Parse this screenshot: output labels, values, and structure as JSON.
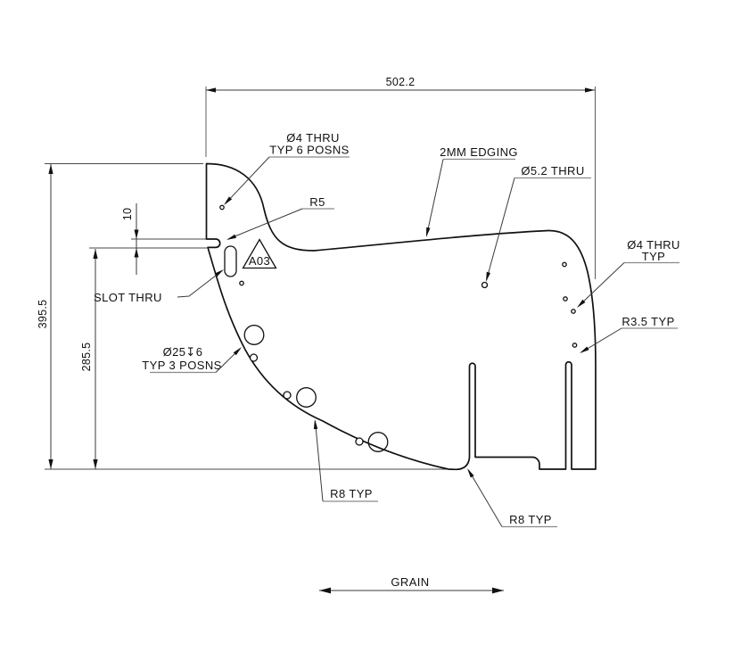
{
  "drawing": {
    "dimensions": {
      "overall_width": "502.2",
      "overall_height": "395.5",
      "arc_start_height": "285.5",
      "notch_width": "10"
    },
    "callouts": {
      "holes_typ6_line1": "Ø4 THRU",
      "holes_typ6_line2": "TYP 6 POSNS",
      "radius_r5": "R5",
      "edging": "2MM EDGING",
      "hole_5_2": "Ø5.2 THRU",
      "holes_typ_line1": "Ø4 THRU",
      "holes_typ_line2": "TYP",
      "radius_r3_5": "R3.5 TYP",
      "slot_thru": "SLOT THRU",
      "pocket_line1": "Ø25↧6",
      "pocket_line2": "TYP 3 POSNS",
      "radius_r8_left": "R8 TYP",
      "radius_r8_right": "R8 TYP",
      "grain": "GRAIN",
      "datum_tag": "A03"
    }
  }
}
